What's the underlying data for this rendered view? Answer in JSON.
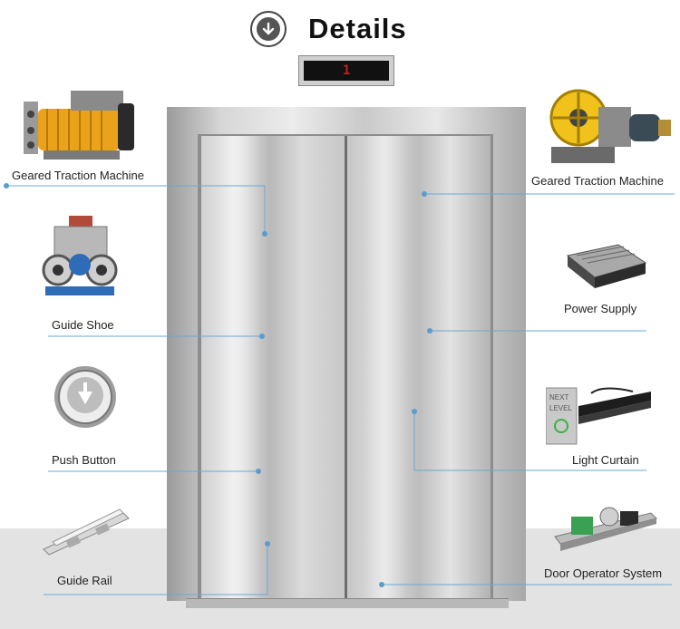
{
  "header": {
    "title": "Details",
    "icon": "circle-arrow-down-icon"
  },
  "floor_indicator": {
    "digit": "1"
  },
  "parts_left": [
    {
      "label": "Geared Traction Machine",
      "icon": "geared-traction-machine-image"
    },
    {
      "label": "Guide Shoe",
      "icon": "guide-shoe-image"
    },
    {
      "label": "Push Button",
      "icon": "push-button-image"
    },
    {
      "label": "Guide Rail",
      "icon": "guide-rail-image"
    }
  ],
  "parts_right": [
    {
      "label": "Geared Traction Machine",
      "icon": "geared-traction-machine-image"
    },
    {
      "label": "Power Supply",
      "icon": "power-supply-image"
    },
    {
      "label": "Light Curtain",
      "icon": "light-curtain-image",
      "sign_text": [
        "NEXT",
        "LEVEL"
      ]
    },
    {
      "label": "Door Operator System",
      "icon": "door-operator-system-image"
    }
  ],
  "colors": {
    "leader_line": "#6aa9d4",
    "floor": "#e3e3e3",
    "steel": "#c8c8c8"
  }
}
